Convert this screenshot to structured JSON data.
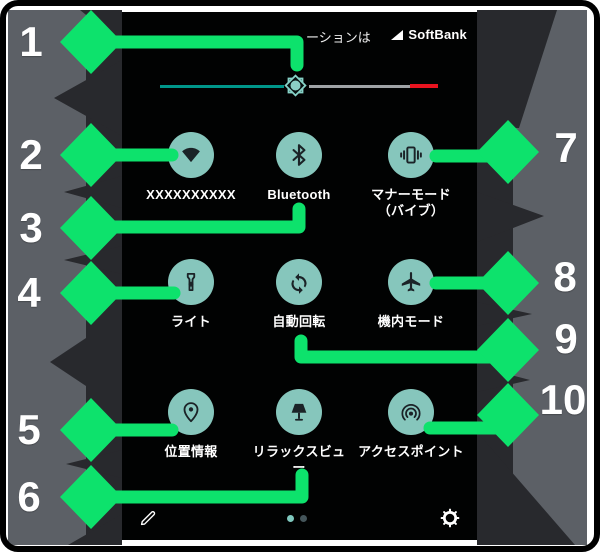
{
  "callouts": {
    "labels": [
      "1",
      "2",
      "3",
      "4",
      "5",
      "6",
      "7",
      "8",
      "9",
      "10"
    ]
  },
  "phone": {
    "status_bar": {
      "notification_text": "ーションは",
      "carrier": "SoftBank"
    },
    "brightness_slider": {
      "level_pct": 49
    },
    "quick_settings": {
      "tiles": [
        {
          "id": "wifi",
          "icon": "wifi-icon",
          "lines": [
            "XXXXXXXXXX"
          ]
        },
        {
          "id": "bluetooth",
          "icon": "bluetooth-icon",
          "lines": [
            "Bluetooth"
          ]
        },
        {
          "id": "manner-mode",
          "icon": "vibrate-icon",
          "lines": [
            "マナーモード",
            "（バイブ）"
          ]
        },
        {
          "id": "light",
          "icon": "flashlight-icon",
          "lines": [
            "ライト"
          ]
        },
        {
          "id": "auto-rotate",
          "icon": "rotate-icon",
          "lines": [
            "自動回転"
          ]
        },
        {
          "id": "airplane-mode",
          "icon": "airplane-icon",
          "lines": [
            "機内モード"
          ]
        },
        {
          "id": "location",
          "icon": "location-pin-icon",
          "lines": [
            "位置情報"
          ]
        },
        {
          "id": "relax-view",
          "icon": "lamp-icon",
          "lines": [
            "リラックスビュ",
            "ー"
          ]
        },
        {
          "id": "access-point",
          "icon": "hotspot-icon",
          "lines": [
            "アクセスポイント"
          ]
        }
      ]
    },
    "footer": {
      "page_dots": {
        "count": 2,
        "active_index": 0
      }
    }
  },
  "colors": {
    "callout_green": "#0de26c",
    "panel_gray": "#5c6066",
    "gap_dark": "#28292d",
    "tile_teal": "#86c6bc",
    "glyph_dark": "#1b2327",
    "slider_teal": "#00968a",
    "slider_gray": "#9fa3a6",
    "slider_red": "#e8131f",
    "dot_active": "#7fc8be",
    "dot_inactive": "#44555a"
  }
}
